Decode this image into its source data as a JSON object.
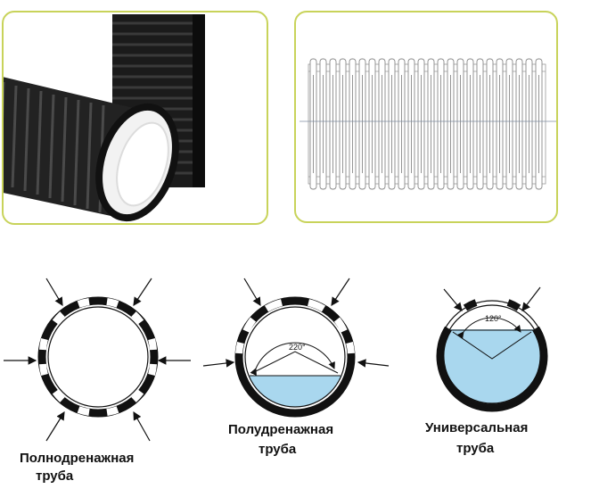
{
  "diagrams": [
    {
      "line1": "Полнодренажная",
      "line2": "труба"
    },
    {
      "line1": "Полудренажная",
      "line2": "труба",
      "angle": "220°"
    },
    {
      "line1": "Универсальная",
      "line2": "труба",
      "angle": "120°"
    }
  ],
  "colors": {
    "frame_border": "#c8d35a",
    "water": "#a9d7ee",
    "pipe_black": "#111111"
  },
  "icons": [
    "corrugated-pipe-photo",
    "corrugated-pipe-drawing",
    "inflow-arrow"
  ]
}
